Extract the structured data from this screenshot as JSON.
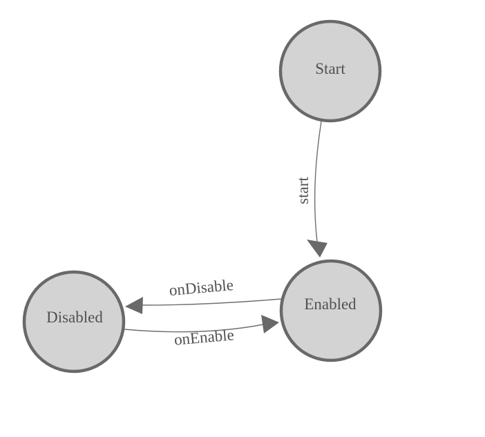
{
  "diagram": {
    "type": "state-machine",
    "nodes": [
      {
        "id": "start",
        "label": "Start"
      },
      {
        "id": "enabled",
        "label": "Enabled"
      },
      {
        "id": "disabled",
        "label": "Disabled"
      }
    ],
    "edges": [
      {
        "from": "Start",
        "to": "Enabled",
        "label": "start"
      },
      {
        "from": "Enabled",
        "to": "Disabled",
        "label": "onDisable"
      },
      {
        "from": "Disabled",
        "to": "Enabled",
        "label": "onEnable"
      }
    ],
    "colors": {
      "node_fill": "#d3d3d3",
      "node_stroke": "#696969",
      "edge_stroke": "#6e6e6e",
      "arrow_fill": "#696969",
      "text": "#4e5256",
      "background": "#ffffff"
    }
  }
}
